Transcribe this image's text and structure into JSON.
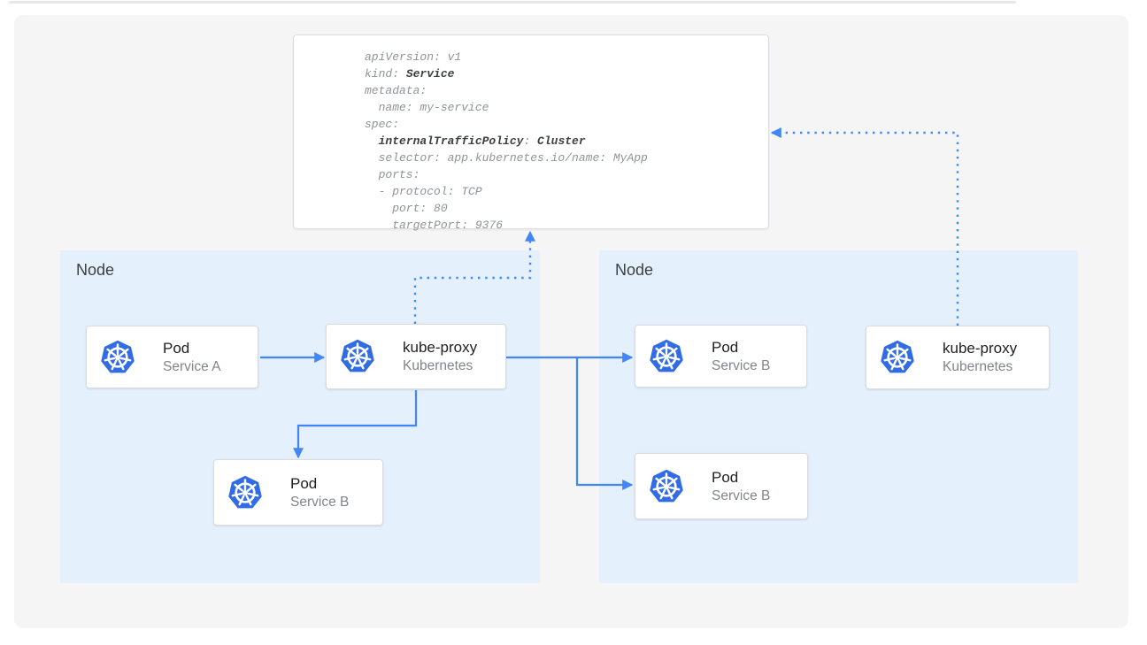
{
  "yaml_card": {
    "lines": [
      {
        "pre": "apiVersion: v1"
      },
      {
        "pre": "kind: ",
        "b1": "Service"
      },
      {
        "pre": "metadata:"
      },
      {
        "pre": "  name: my-service"
      },
      {
        "pre": "spec:"
      },
      {
        "pre": "  ",
        "b1": "internalTrafficPolicy",
        "mid": ": ",
        "b2": "Cluster"
      },
      {
        "pre": "  selector: app.kubernetes.io/name: MyApp"
      },
      {
        "pre": "  ports:"
      },
      {
        "pre": "  - protocol: TCP"
      },
      {
        "pre": "    port: 80"
      },
      {
        "pre": "    targetPort: 9376"
      }
    ]
  },
  "nodes": {
    "left": {
      "label": "Node"
    },
    "right": {
      "label": "Node"
    }
  },
  "cards": {
    "pod_a": {
      "title": "Pod",
      "subtitle": "Service A",
      "icon": "kubernetes-logo"
    },
    "kube_proxy_left": {
      "title": "kube-proxy",
      "subtitle": "Kubernetes",
      "icon": "kubernetes-logo"
    },
    "pod_b_left": {
      "title": "Pod",
      "subtitle": "Service B",
      "icon": "kubernetes-logo"
    },
    "pod_b_right_top": {
      "title": "Pod",
      "subtitle": "Service B",
      "icon": "kubernetes-logo"
    },
    "pod_b_right_bottom": {
      "title": "Pod",
      "subtitle": "Service B",
      "icon": "kubernetes-logo"
    },
    "kube_proxy_right": {
      "title": "kube-proxy",
      "subtitle": "Kubernetes",
      "icon": "kubernetes-logo"
    }
  },
  "colors": {
    "arrow_blue": "#4285f4",
    "node_fill": "#e4f0fc",
    "k8s_blue": "#326ce5",
    "card_border": "#dadce0",
    "panel_bg": "#f5f5f6",
    "code_gray": "#8f9499",
    "code_bold": "#3c4043"
  }
}
